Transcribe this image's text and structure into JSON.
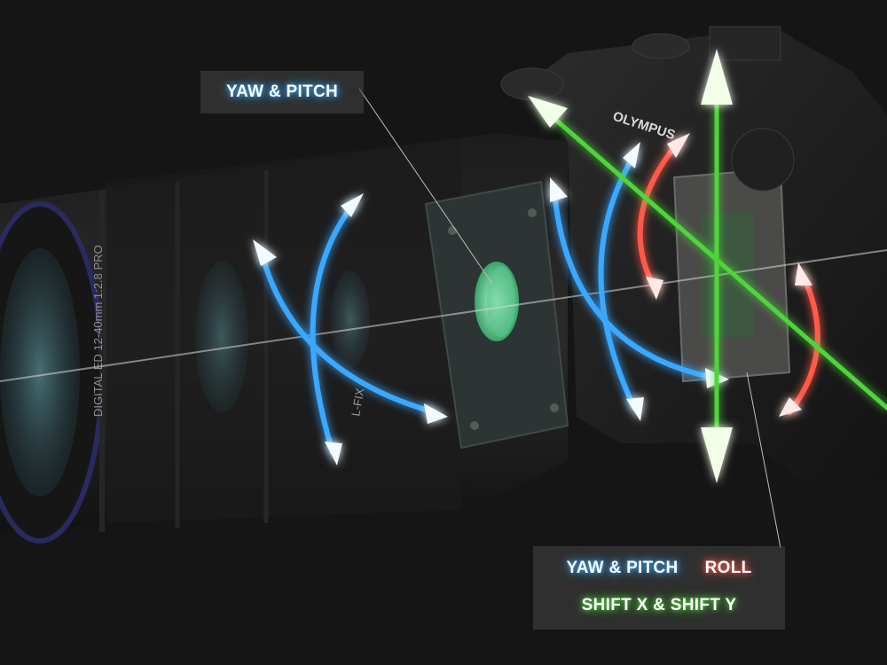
{
  "labels": {
    "top": "YAW & PITCH",
    "legend_yaw_pitch": "YAW & PITCH",
    "legend_roll": "ROLL",
    "legend_shift": "SHIFT X & SHIFT Y"
  },
  "camera_text": {
    "brand": "OLYMPUS",
    "lens_text": "DIGITAL ED 12-40mm 1:2.8 PRO",
    "mount_text": "L-FIX"
  },
  "colors": {
    "background": "#151515",
    "yaw_pitch": "#3aa8ff",
    "roll": "#ff5a48",
    "shift": "#4fd43a",
    "label_text": "#ffffff",
    "element_glow": "#7ff0b0"
  }
}
